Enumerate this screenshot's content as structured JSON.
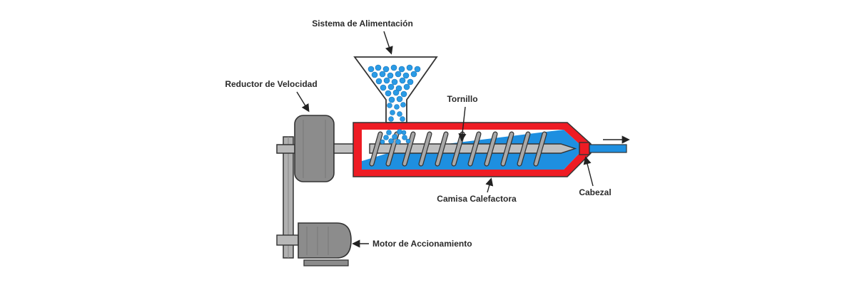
{
  "labels": {
    "feed_system": "Sistema de Alimentación",
    "speed_reducer": "Reductor de Velocidad",
    "screw": "Tornillo",
    "heating_jacket": "Camisa Calefactora",
    "die_head": "Cabezal",
    "drive_motor": "Motor de Accionamiento"
  },
  "colors": {
    "barrel_red": "#ee1c24",
    "melt_blue": "#1e8fe0",
    "pellet_blue": "#2a9be6",
    "metal_gray": "#b8b8b8",
    "dark_gray": "#8c8c8c",
    "outline": "#333333"
  }
}
